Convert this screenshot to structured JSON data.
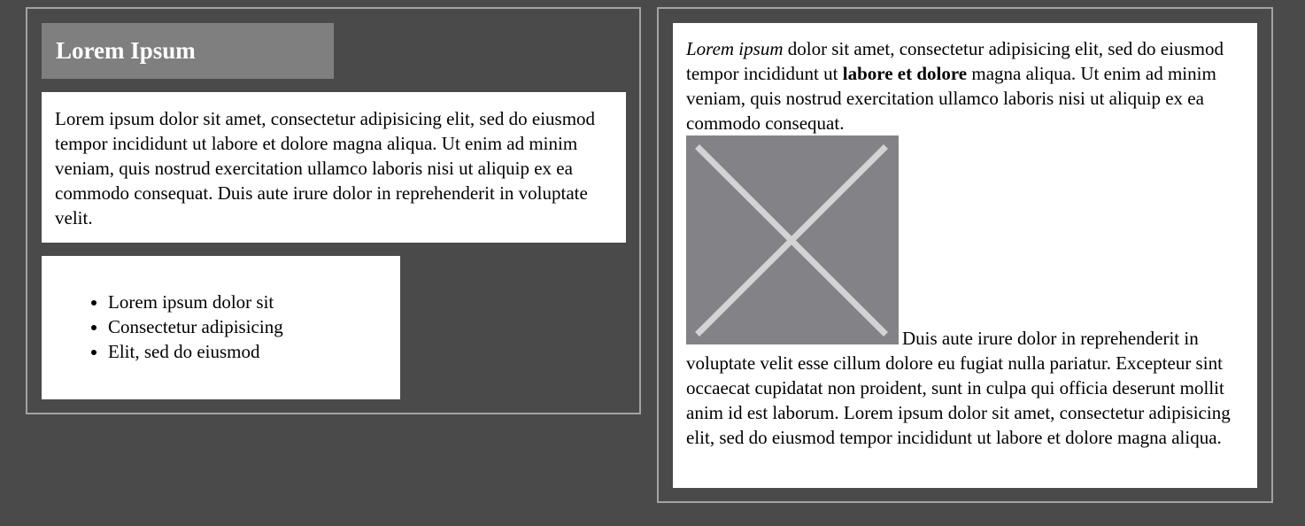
{
  "left_panel": {
    "title": "Lorem Ipsum",
    "paragraph": "Lorem ipsum dolor sit amet, consectetur adipisicing elit, sed do eiusmod tempor incididunt ut labore et dolore magna aliqua. Ut enim ad minim veniam, quis nostrud exercitation ullamco laboris nisi ut aliquip ex ea commodo consequat. Duis aute irure dolor in reprehenderit in voluptate velit.",
    "list_items": [
      "Lorem ipsum dolor sit",
      "Consectetur adipisicing",
      "Elit, sed do eiusmod"
    ]
  },
  "right_panel": {
    "intro_italic": "Lorem ipsum",
    "intro_text_1": " dolor sit amet, consectetur adipisicing elit, sed do eiusmod tempor incididunt ut ",
    "intro_bold": "labore et dolore",
    "intro_text_2": " magna aliqua. Ut enim ad minim veniam, quis nostrud exercitation ullamco laboris nisi ut aliquip ex ea commodo consequat.",
    "image_icon": "image-placeholder-icon",
    "after_image_text": "Duis aute irure dolor in reprehenderit in voluptate velit esse cillum dolore eu fugiat nulla pariatur. Excepteur sint occaecat cupidatat non proident, sunt in culpa qui officia deserunt mollit anim id est laborum. Lorem ipsum dolor sit amet, consectetur adipisicing elit, sed do eiusmod tempor incididunt ut labore et dolore magna aliqua."
  },
  "colors": {
    "background": "#4a4a4b",
    "panel_border": "#a3a3a3",
    "title_background": "#7f7f7f",
    "image_placeholder": "#838387",
    "placeholder_cross": "#d3d3d3"
  }
}
